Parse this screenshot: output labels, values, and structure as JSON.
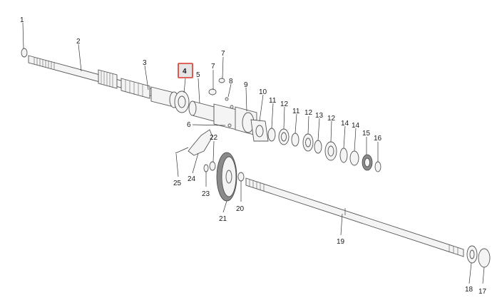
{
  "diagram": {
    "highlight_color": "#d8342c",
    "highlighted_label": "4",
    "callouts": [
      {
        "id": "c1",
        "text": "1"
      },
      {
        "id": "c2",
        "text": "2"
      },
      {
        "id": "c3",
        "text": "3"
      },
      {
        "id": "c4",
        "text": "4"
      },
      {
        "id": "c5",
        "text": "5"
      },
      {
        "id": "c6",
        "text": "6"
      },
      {
        "id": "c7a",
        "text": "7"
      },
      {
        "id": "c7b",
        "text": "7"
      },
      {
        "id": "c8",
        "text": "8"
      },
      {
        "id": "c9",
        "text": "9"
      },
      {
        "id": "c10",
        "text": "10"
      },
      {
        "id": "c11a",
        "text": "11"
      },
      {
        "id": "c11b",
        "text": "11"
      },
      {
        "id": "c12a",
        "text": "12"
      },
      {
        "id": "c12b",
        "text": "12"
      },
      {
        "id": "c12c",
        "text": "12"
      },
      {
        "id": "c13",
        "text": "13"
      },
      {
        "id": "c14a",
        "text": "14"
      },
      {
        "id": "c14b",
        "text": "14"
      },
      {
        "id": "c15",
        "text": "15"
      },
      {
        "id": "c16",
        "text": "16"
      },
      {
        "id": "c17",
        "text": "17"
      },
      {
        "id": "c18",
        "text": "18"
      },
      {
        "id": "c19",
        "text": "19"
      },
      {
        "id": "c20",
        "text": "20"
      },
      {
        "id": "c21",
        "text": "21"
      },
      {
        "id": "c22",
        "text": "22"
      },
      {
        "id": "c23",
        "text": "23"
      },
      {
        "id": "c24",
        "text": "24"
      },
      {
        "id": "c25",
        "text": "25"
      }
    ]
  }
}
